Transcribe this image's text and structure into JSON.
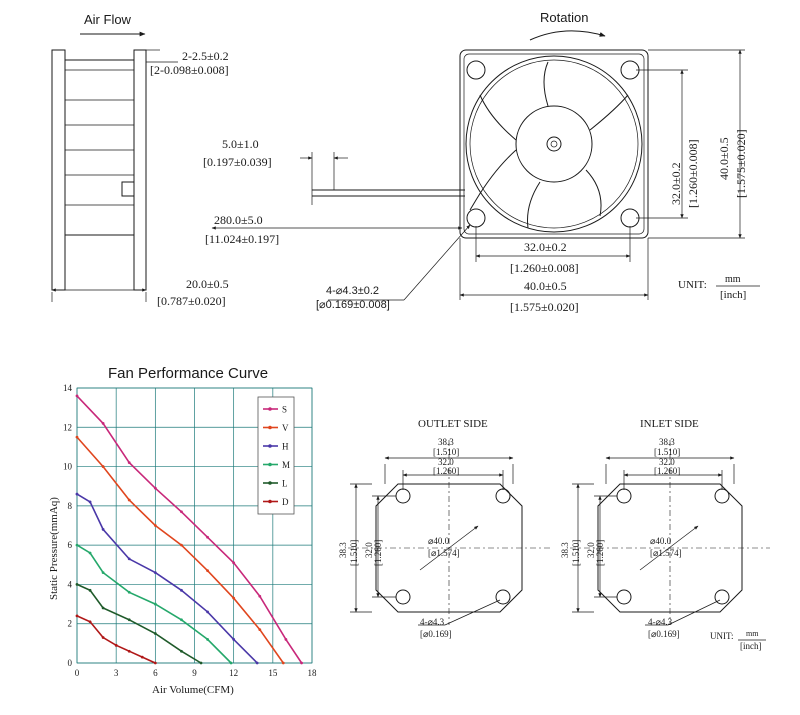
{
  "side_view": {
    "airflow_label": "Air Flow",
    "flange_dim": "2-2.5±0.2",
    "flange_dim_in": "[2-0.098±0.008]",
    "wire_strip_dim": "5.0±1.0",
    "wire_strip_dim_in": "[0.197±0.039]",
    "lead_length_dim": "280.0±5.0",
    "lead_length_dim_in": "[11.024±0.197]",
    "thickness_dim": "20.0±0.5",
    "thickness_dim_in": "[0.787±0.020]"
  },
  "front_view": {
    "rotation_label": "Rotation",
    "hole_spacing_v": "32.0±0.2",
    "hole_spacing_v_in": "[1.260±0.008]",
    "frame_height": "40.0±0.5",
    "frame_height_in": "[1.575±0.020]",
    "hole_spacing_h": "32.0±0.2",
    "hole_spacing_h_in": "[1.260±0.008]",
    "frame_width": "40.0±0.5",
    "frame_width_in": "[1.575±0.020]",
    "hole_dim": "4-⌀4.3±0.2",
    "hole_dim_in": "[⌀0.169±0.008]",
    "unit_label": "UNIT:",
    "unit_top": "mm",
    "unit_bottom": "[inch]"
  },
  "curve_chart": {
    "chart_data": {
      "type": "line",
      "title": "Fan Performance Curve",
      "xlabel": "Air Volume(CFM)",
      "ylabel": "Static Pressure(mmAq)",
      "xlim": [
        0,
        18
      ],
      "ylim": [
        0,
        14
      ],
      "xticks": [
        0,
        3,
        6,
        9,
        12,
        15,
        18
      ],
      "yticks": [
        0,
        2,
        4,
        6,
        8,
        10,
        12,
        14
      ],
      "grid": true,
      "legend_position": "top-right",
      "series": [
        {
          "name": "S",
          "color": "#c8287a",
          "x": [
            0,
            2,
            4,
            6,
            8,
            10,
            12,
            14,
            16,
            17.2
          ],
          "y": [
            13.6,
            12.2,
            10.2,
            8.9,
            7.7,
            6.4,
            5.1,
            3.4,
            1.2,
            0
          ]
        },
        {
          "name": "V",
          "color": "#e0461e",
          "x": [
            0,
            2,
            4,
            6,
            8,
            10,
            12,
            14,
            15.8
          ],
          "y": [
            11.5,
            10.0,
            8.3,
            7.0,
            6.0,
            4.7,
            3.3,
            1.7,
            0
          ]
        },
        {
          "name": "H",
          "color": "#4a38a8",
          "x": [
            0,
            1,
            2,
            4,
            6,
            8,
            10,
            12,
            13.8
          ],
          "y": [
            8.6,
            8.2,
            6.8,
            5.3,
            4.6,
            3.7,
            2.6,
            1.2,
            0
          ]
        },
        {
          "name": "M",
          "color": "#25a86b",
          "x": [
            0,
            1,
            2,
            4,
            6,
            8,
            10,
            11.8
          ],
          "y": [
            6.0,
            5.6,
            4.6,
            3.6,
            3.0,
            2.2,
            1.2,
            0
          ]
        },
        {
          "name": "L",
          "color": "#1f5a2a",
          "x": [
            0,
            1,
            2,
            4,
            6,
            8,
            9.5
          ],
          "y": [
            4.0,
            3.7,
            2.8,
            2.2,
            1.5,
            0.6,
            0
          ]
        },
        {
          "name": "D",
          "color": "#b01818",
          "x": [
            0,
            1,
            2,
            3,
            4,
            5,
            6
          ],
          "y": [
            2.4,
            2.1,
            1.3,
            0.9,
            0.6,
            0.3,
            0
          ]
        }
      ]
    }
  },
  "outlet_view": {
    "title": "OUTLET SIDE",
    "overall_w": "38.3",
    "overall_w_in": "[1.510]",
    "hole_w": "32.0",
    "hole_w_in": "[1.260]",
    "overall_h": "38.3",
    "overall_h_in": "[1.510]",
    "hole_h": "32.0",
    "hole_h_in": "[1.260]",
    "dia": "⌀40.0",
    "dia_in": "[⌀1.574]",
    "hole_dim": "4-⌀4.3",
    "hole_dim_in": "[⌀0.169]"
  },
  "inlet_view": {
    "title": "INLET SIDE",
    "overall_w": "38.3",
    "overall_w_in": "[1.510]",
    "hole_w": "32.0",
    "hole_w_in": "[1.260]",
    "overall_h": "38.3",
    "overall_h_in": "[1.510]",
    "hole_h": "32.0",
    "hole_h_in": "[1.260]",
    "dia": "⌀40.0",
    "dia_in": "[⌀1.574]",
    "hole_dim": "4-⌀4.3",
    "hole_dim_in": "[⌀0.169]",
    "unit_label": "UNIT:",
    "unit_top": "mm",
    "unit_bottom": "[inch]"
  }
}
